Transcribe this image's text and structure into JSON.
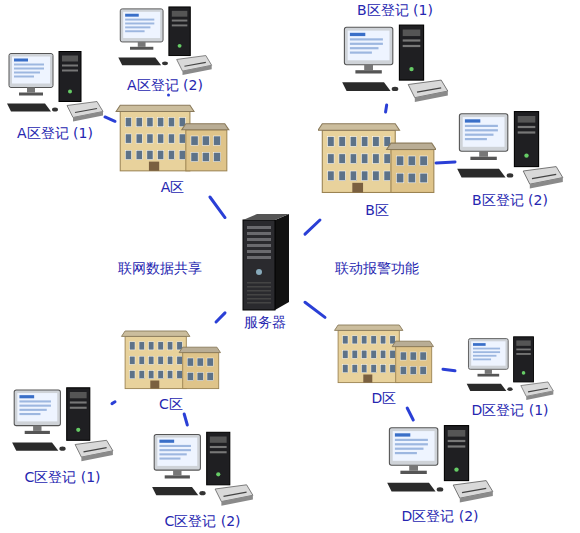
{
  "diagram": {
    "nodes": [
      {
        "text": [
          "A区登记 (1)"
        ]
      },
      {
        "text": [
          "A区登记 (2)"
        ]
      },
      {
        "text": [
          "A区"
        ]
      },
      {
        "text": [
          "B区登记 (1)"
        ]
      },
      {
        "text": [
          "B区登记 (2)"
        ]
      },
      {
        "text": [
          "B区"
        ]
      },
      {
        "text": [
          "服务器"
        ]
      },
      {
        "text": [
          "C区"
        ]
      },
      {
        "text": [
          "C区登记 (1)"
        ]
      },
      {
        "text": [
          "C区登记 (2)"
        ]
      },
      {
        "text": [
          "D区"
        ]
      },
      {
        "text": [
          "D区登记 (1)"
        ]
      },
      {
        "text": [
          "D区登记 (2)"
        ]
      }
    ],
    "edges": [
      {
        "from": 6,
        "to": 2,
        "arrow": "none"
      },
      {
        "from": 6,
        "to": 5,
        "arrow": "none"
      },
      {
        "from": 6,
        "to": 7,
        "arrow": "none"
      },
      {
        "from": 6,
        "to": 10,
        "arrow": "none"
      },
      {
        "from": 2,
        "to": 0,
        "arrow": "none"
      },
      {
        "from": 2,
        "to": 1,
        "arrow": "none"
      },
      {
        "from": 5,
        "to": 3,
        "arrow": "none"
      },
      {
        "from": 5,
        "to": 4,
        "arrow": "none"
      },
      {
        "from": 7,
        "to": 8,
        "arrow": "none"
      },
      {
        "from": 7,
        "to": 9,
        "arrow": "none"
      },
      {
        "from": 10,
        "to": 11,
        "arrow": "none"
      },
      {
        "from": 10,
        "to": 12,
        "arrow": "none"
      }
    ],
    "labels": [
      "联网数据共享",
      "联动报警功能"
    ]
  }
}
